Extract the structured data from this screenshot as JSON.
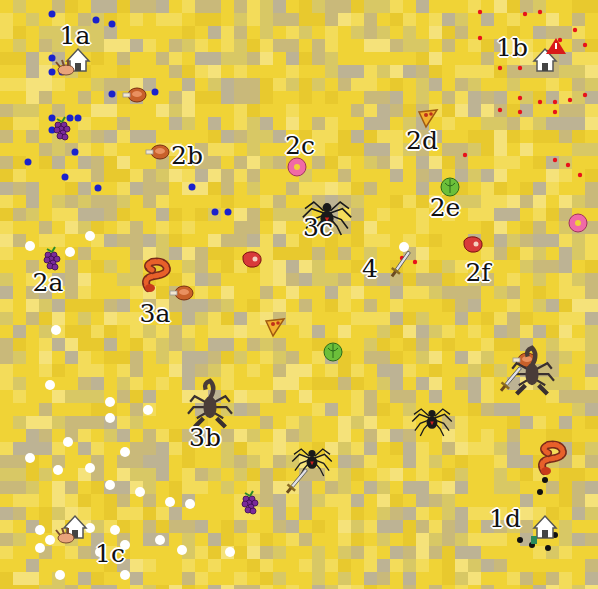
{
  "diagram": {
    "labels": [
      "1a",
      "1b",
      "2c",
      "2d",
      "2b",
      "2e",
      "3c",
      "2a",
      "4",
      "2f",
      "3a",
      "3b",
      "1d",
      "1c"
    ]
  }
}
